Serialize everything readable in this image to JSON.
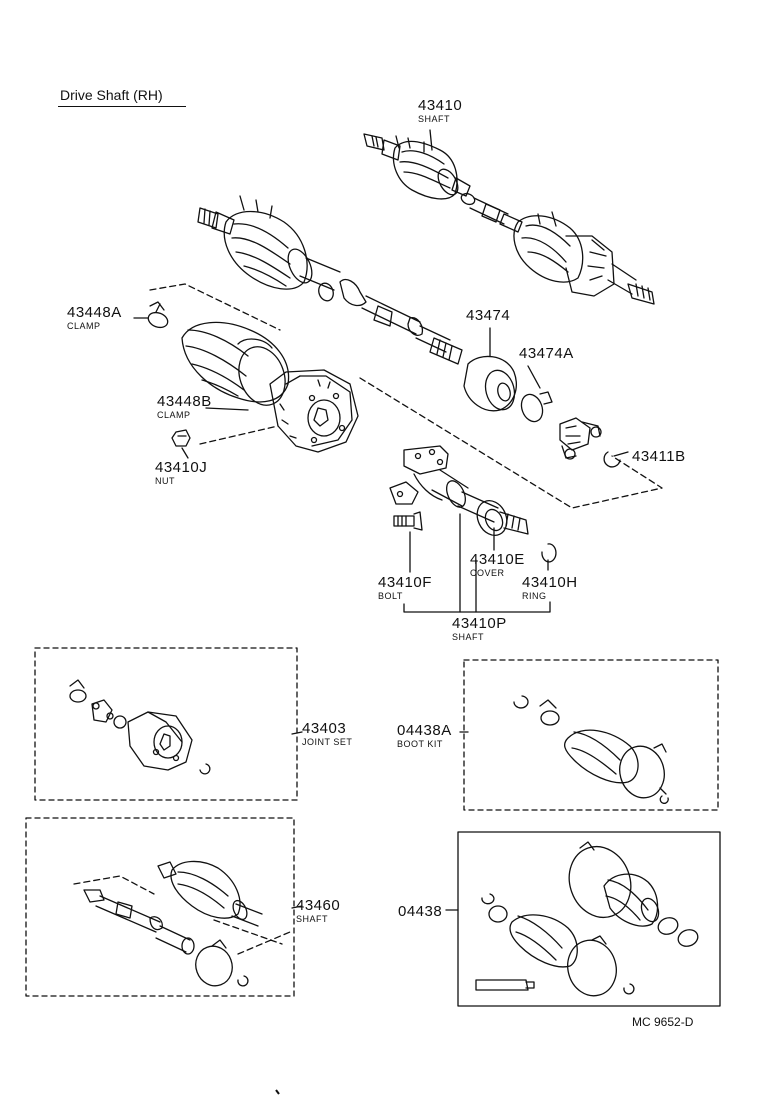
{
  "title": "Drive Shaft (RH)",
  "figure_code": "MC 9652-D",
  "callouts": {
    "p43410": {
      "number": "43410",
      "name": "SHAFT"
    },
    "p43448A": {
      "number": "43448A",
      "name": "CLAMP"
    },
    "p43474": {
      "number": "43474",
      "name": ""
    },
    "p43474A": {
      "number": "43474A",
      "name": ""
    },
    "p43448B": {
      "number": "43448B",
      "name": "CLAMP"
    },
    "p43410J": {
      "number": "43410J",
      "name": "NUT"
    },
    "p43411B": {
      "number": "43411B",
      "name": ""
    },
    "p43410E": {
      "number": "43410E",
      "name": "COVER"
    },
    "p43410F": {
      "number": "43410F",
      "name": "BOLT"
    },
    "p43410H": {
      "number": "43410H",
      "name": "RING"
    },
    "p43410P": {
      "number": "43410P",
      "name": "SHAFT"
    },
    "p43403": {
      "number": "43403",
      "name": "JOINT SET"
    },
    "p04438A": {
      "number": "04438A",
      "name": "BOOT KIT"
    },
    "p43460": {
      "number": "43460",
      "name": "SHAFT"
    },
    "p04438": {
      "number": "04438",
      "name": ""
    }
  }
}
